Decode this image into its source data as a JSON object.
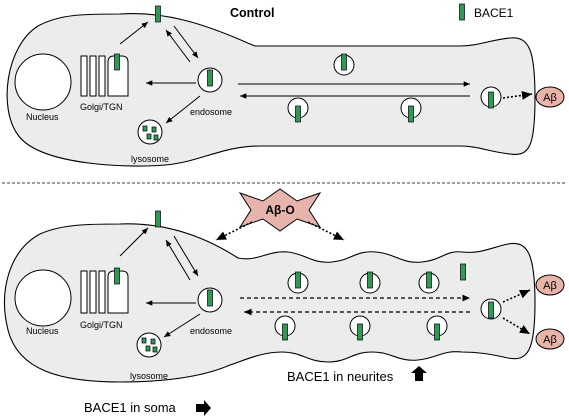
{
  "control_panel": {
    "title": "Control",
    "legend_label": "BACE1",
    "nucleus_label": "Nucleus",
    "golgi_label": "Golgi/TGN",
    "endosome_label": "endosome",
    "lysosome_label": "lysosome",
    "abeta_label": "Aβ"
  },
  "treated_panel": {
    "oligomer_label": "Aβ-O",
    "nucleus_label": "Nucleus",
    "golgi_label": "Golgi/TGN",
    "endosome_label": "endosome",
    "lysosome_label": "lysosome",
    "abeta_top_label": "Aβ",
    "abeta_bottom_label": "Aβ",
    "neurite_caption": "BACE1 in neurites",
    "soma_caption": "BACE1 in soma"
  },
  "colors": {
    "bace1": "#2f9a56",
    "cell_fill": "#ececec",
    "abeta_fill": "#e8b4aa",
    "oligomer_fill": "#e6b4ad"
  }
}
